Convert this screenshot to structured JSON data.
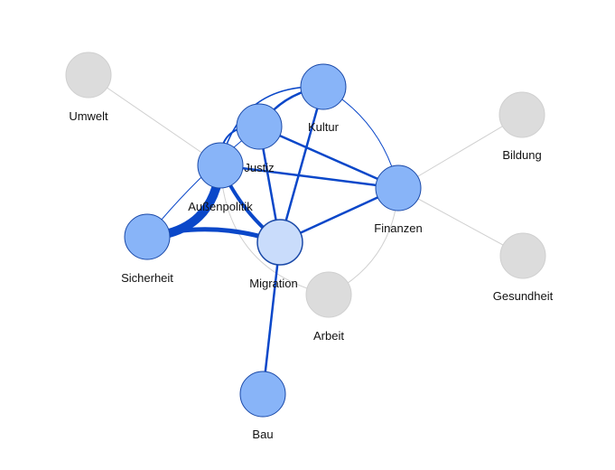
{
  "colors": {
    "active_fill": "#88b4f8",
    "active_stroke": "#1a49a8",
    "selected_fill": "#c9dcfb",
    "inactive_fill": "#dcdcdc",
    "inactive_stroke": "#cfcfcf",
    "edge_strong": "#0a47c9",
    "edge_faint": "#d0d0d0",
    "label": "#111111"
  },
  "nodes": [
    {
      "id": "umwelt",
      "label": "Umwelt",
      "state": "inactive"
    },
    {
      "id": "kultur",
      "label": "Kultur",
      "state": "active"
    },
    {
      "id": "justiz",
      "label": "Justiz",
      "state": "active"
    },
    {
      "id": "aussenpolitik",
      "label": "Außenpolitik",
      "state": "active"
    },
    {
      "id": "bildung",
      "label": "Bildung",
      "state": "inactive"
    },
    {
      "id": "finanzen",
      "label": "Finanzen",
      "state": "active"
    },
    {
      "id": "sicherheit",
      "label": "Sicherheit",
      "state": "active"
    },
    {
      "id": "migration",
      "label": "Migration",
      "state": "selected"
    },
    {
      "id": "gesundheit",
      "label": "Gesundheit",
      "state": "inactive"
    },
    {
      "id": "arbeit",
      "label": "Arbeit",
      "state": "inactive"
    },
    {
      "id": "bau",
      "label": "Bau",
      "state": "active"
    }
  ],
  "edges": [
    {
      "source": "aussenpolitik",
      "target": "sicherheit",
      "weight": 10,
      "kind": "strong"
    },
    {
      "source": "sicherheit",
      "target": "migration",
      "weight": 5,
      "kind": "strong"
    },
    {
      "source": "aussenpolitik",
      "target": "migration",
      "weight": 4,
      "kind": "strong"
    },
    {
      "source": "aussenpolitik",
      "target": "justiz",
      "weight": 2,
      "kind": "strong"
    },
    {
      "source": "aussenpolitik",
      "target": "kultur",
      "weight": 1.5,
      "kind": "strong"
    },
    {
      "source": "aussenpolitik",
      "target": "finanzen",
      "weight": 2.5,
      "kind": "strong"
    },
    {
      "source": "justiz",
      "target": "kultur",
      "weight": 2.5,
      "kind": "strong"
    },
    {
      "source": "justiz",
      "target": "finanzen",
      "weight": 2.5,
      "kind": "strong"
    },
    {
      "source": "justiz",
      "target": "migration",
      "weight": 2.5,
      "kind": "strong"
    },
    {
      "source": "kultur",
      "target": "migration",
      "weight": 2.5,
      "kind": "strong"
    },
    {
      "source": "kultur",
      "target": "finanzen",
      "weight": 1,
      "kind": "strong"
    },
    {
      "source": "finanzen",
      "target": "migration",
      "weight": 2.5,
      "kind": "strong"
    },
    {
      "source": "migration",
      "target": "bau",
      "weight": 2.5,
      "kind": "strong"
    },
    {
      "source": "sicherheit",
      "target": "justiz",
      "weight": 1,
      "kind": "strong"
    },
    {
      "source": "umwelt",
      "target": "aussenpolitik",
      "weight": 1,
      "kind": "faint"
    },
    {
      "source": "aussenpolitik",
      "target": "arbeit",
      "weight": 1,
      "kind": "faint"
    },
    {
      "source": "finanzen",
      "target": "arbeit",
      "weight": 1,
      "kind": "faint"
    },
    {
      "source": "finanzen",
      "target": "bildung",
      "weight": 1,
      "kind": "faint"
    },
    {
      "source": "finanzen",
      "target": "gesundheit",
      "weight": 1,
      "kind": "faint"
    }
  ]
}
